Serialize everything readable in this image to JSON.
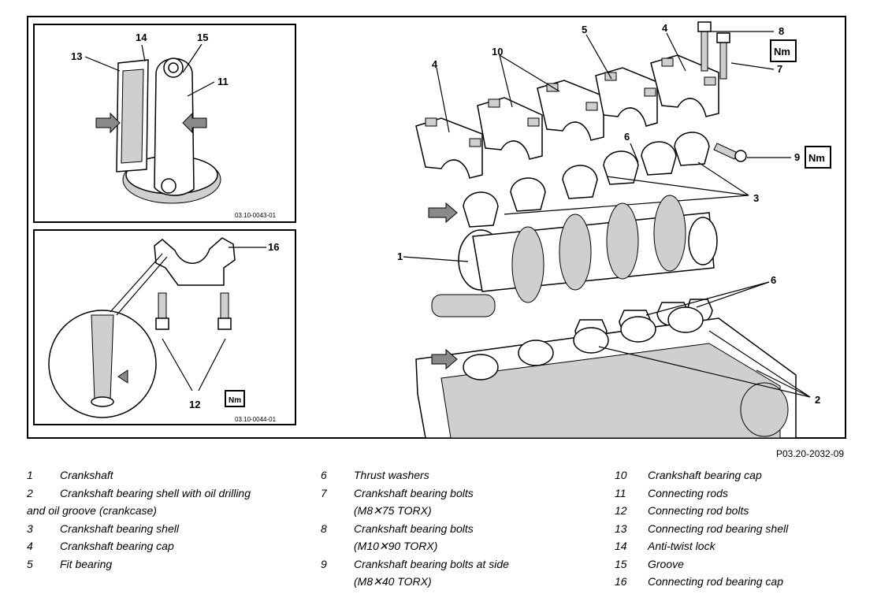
{
  "diagram": {
    "top_inset_ref": "03.10-0043-01",
    "bottom_inset_ref": "03.10-0044-01",
    "figure_ref": "P03.20-2032-09",
    "torque_symbol": "Nm",
    "callouts": {
      "c1": "1",
      "c2": "2",
      "c3": "3",
      "c4a": "4",
      "c4b": "4",
      "c5": "5",
      "c6a": "6",
      "c6b": "6",
      "c7": "7",
      "c8": "8",
      "c9": "9",
      "c10": "10",
      "c11": "11",
      "c12": "12",
      "c13": "13",
      "c14": "14",
      "c15": "15",
      "c16": "16"
    }
  },
  "legend": {
    "col1": [
      {
        "num": "1",
        "text": "Crankshaft"
      },
      {
        "num": "2",
        "text": "Crankshaft bearing shell with oil drilling"
      },
      {
        "num": "",
        "text": "and oil groove (crankcase)"
      },
      {
        "num": "3",
        "text": "Crankshaft bearing shell"
      },
      {
        "num": "4",
        "text": "Crankshaft bearing cap"
      },
      {
        "num": "5",
        "text": "Fit bearing"
      }
    ],
    "col2": [
      {
        "num": "6",
        "text": "Thrust washers"
      },
      {
        "num": "7",
        "text": "Crankshaft bearing bolts"
      },
      {
        "num": "",
        "text": "(M8✕75 TORX)"
      },
      {
        "num": "8",
        "text": "Crankshaft bearing bolts"
      },
      {
        "num": "",
        "text": "(M10✕90 TORX)"
      },
      {
        "num": "9",
        "text": "Crankshaft bearing bolts at side"
      },
      {
        "num": "",
        "text": "(M8✕40 TORX)"
      }
    ],
    "col3": [
      {
        "num": "10",
        "text": "Crankshaft bearing cap"
      },
      {
        "num": "11",
        "text": "Connecting rods"
      },
      {
        "num": "12",
        "text": "Connecting rod bolts"
      },
      {
        "num": "13",
        "text": "Connecting rod bearing shell"
      },
      {
        "num": "14",
        "text": "Anti-twist lock"
      },
      {
        "num": "15",
        "text": "Groove"
      },
      {
        "num": "16",
        "text": "Connecting rod bearing cap"
      }
    ]
  }
}
